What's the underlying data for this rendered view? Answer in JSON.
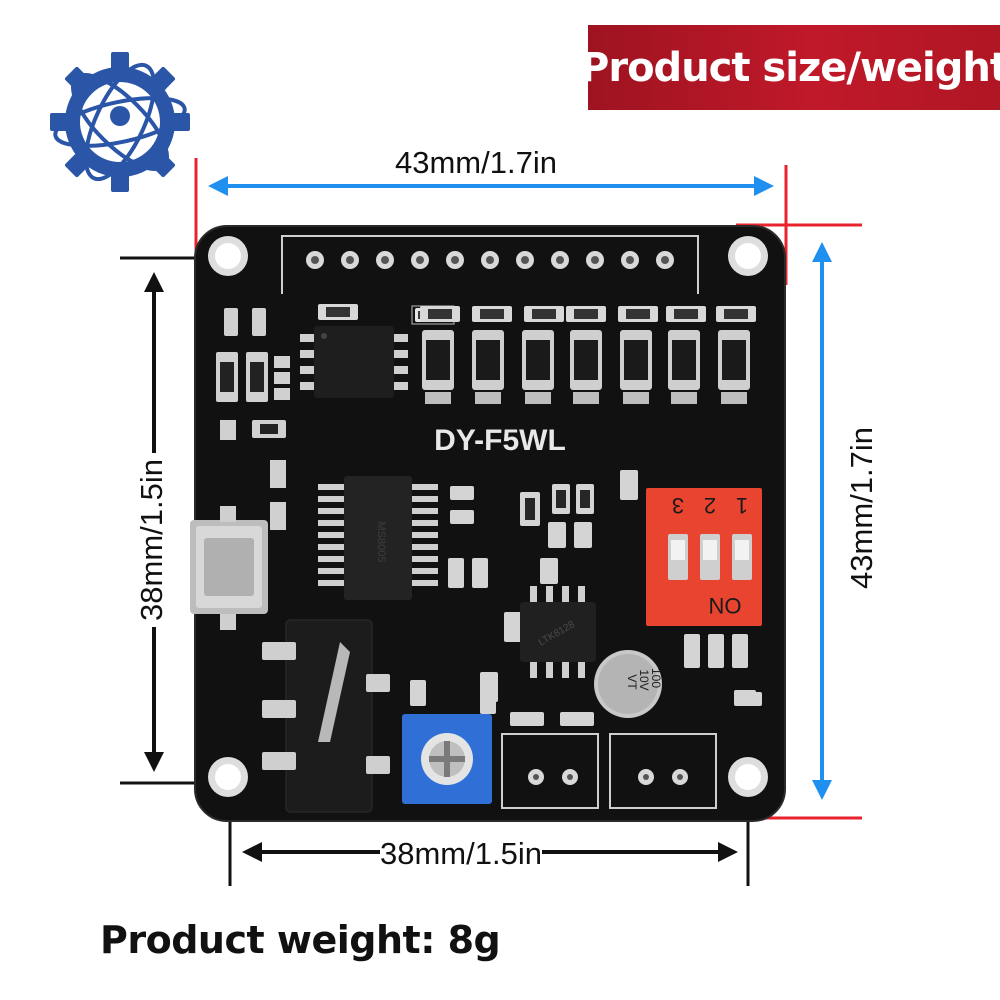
{
  "header": {
    "title": "Product size/weight"
  },
  "board": {
    "model_label": "DY-F5WL"
  },
  "switch": {
    "numbers": [
      "3",
      "2",
      "1"
    ],
    "on_label": "ON"
  },
  "capacitor": {
    "line1": "100",
    "line2": "10V",
    "line3": "VT"
  },
  "chips": {
    "main_ic": "MS8005",
    "amp_ic": "LTK8128"
  },
  "dimensions": {
    "top_width": "43mm/1.7in",
    "right_height": "43mm/1.7in",
    "left_height": "38mm/1.5in",
    "bottom_width": "38mm/1.5in"
  },
  "weight": {
    "text": "Product weight: 8g"
  },
  "colors": {
    "banner": "#b01624",
    "arrow_blue": "#1f8ff0",
    "guide_red": "#e8232e",
    "board": "#111111",
    "dip_switch": "#e8442f",
    "pot": "#2f6fd6"
  },
  "icons": [
    "gear-atom-logo-icon"
  ]
}
